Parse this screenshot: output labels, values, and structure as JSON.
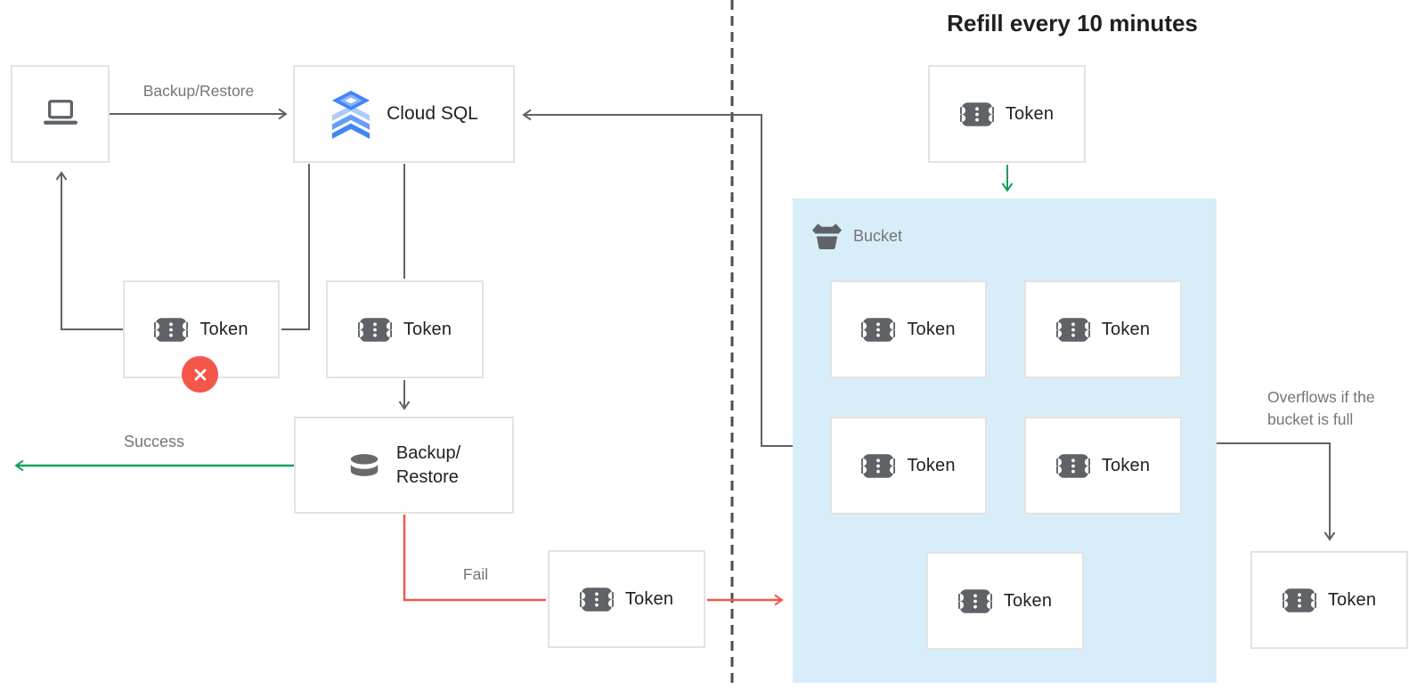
{
  "title": "Refill every 10 minutes",
  "nodes": {
    "client": {
      "icon": "laptop-icon"
    },
    "cloud_sql": {
      "label": "Cloud SQL",
      "icon": "cloud-sql-icon"
    },
    "backup_restore": {
      "label_line1": "Backup/",
      "label_line2": "Restore",
      "icon": "database-cylinder-icon"
    },
    "token_label": "Token",
    "token_icon": "token-ticket-icon",
    "rejected_badge_icon": "red-x-badge",
    "bucket": {
      "label": "Bucket",
      "icon": "bucket-icon",
      "visible_token_count": 5
    }
  },
  "edge_labels": {
    "request": "Backup/Restore",
    "success": "Success",
    "fail": "Fail",
    "overflow_line1": "Overflows if the",
    "overflow_line2": "bucket is full"
  },
  "colors": {
    "success_green": "#16A15C",
    "fail_red": "#F4564A",
    "connector_gray": "#5F6368",
    "divider_gray": "#4D4D4D",
    "bucket_fill_blue": "#D7EEFA",
    "box_border_gray": "#E3E3E3",
    "icon_gray": "#5F6368",
    "label_gray": "#757575",
    "text_dark": "#212121",
    "cloud_sql_blue": "#4285F4"
  }
}
